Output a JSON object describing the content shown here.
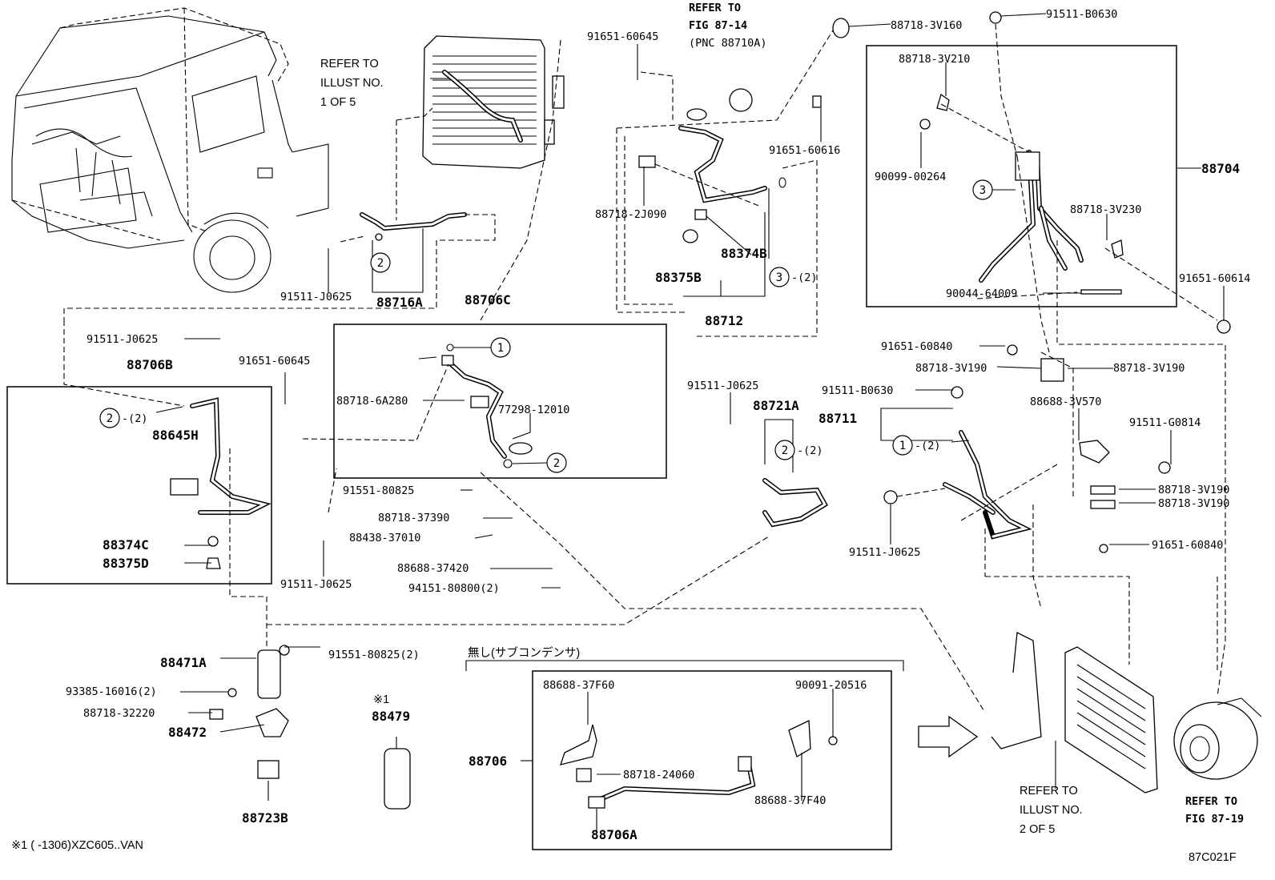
{
  "diagram": {
    "figure_code": "87C021F",
    "refer_notes": {
      "illust_1_of_5": [
        "REFER TO",
        "ILLUST NO.",
        "1 OF 5"
      ],
      "fig_87_14": [
        "REFER TO",
        "FIG 87-14",
        "(PNC 88710A)"
      ],
      "illust_2_of_5": [
        "REFER TO",
        "ILLUST NO.",
        "2 OF 5"
      ],
      "fig_87_19": [
        "REFER TO",
        "FIG 87-19"
      ]
    },
    "sub_condenser_note": "無し(サブコンデンサ)",
    "footnote": "※1 (      -1306)XZC605..VAN",
    "footnote_marker": "※1",
    "circled_refs": [
      "1",
      "2",
      "3"
    ],
    "qty_suffix": "-(2)",
    "parts": {
      "p88704": "88704",
      "p88706": "88706",
      "p88706A": "88706A",
      "p88706B": "88706B",
      "p88706C": "88706C",
      "p88711": "88711",
      "p88712": "88712",
      "p88716A": "88716A",
      "p88721A": "88721A",
      "p88374B": "88374B",
      "p88375B": "88375B",
      "p88645H": "88645H",
      "p88374C": "88374C",
      "p88375D": "88375D",
      "p88471A": "88471A",
      "p88472": "88472",
      "p88479": "88479",
      "p88723B": "88723B",
      "p91651_60645_a": "91651-60645",
      "p91651_60645_b": "91651-60645",
      "p88718_3V160": "88718-3V160",
      "p91511_B0630_a": "91511-B0630",
      "p88718_3V210": "88718-3V210",
      "p91651_60616": "91651-60616",
      "p90099_00264": "90099-00264",
      "p88718_2J090": "88718-2J090",
      "p88718_3V230": "88718-3V230",
      "p91651_60614": "91651-60614",
      "p90044_64009": "90044-64009",
      "p91511_J0625_a": "91511-J0625",
      "p91511_J0625_b": "91511-J0625",
      "p91511_J0625_c": "91511-J0625",
      "p91511_J0625_d": "91511-J0625",
      "p91511_J0625_e": "91511-J0625",
      "p88718_6A280": "88718-6A280",
      "p77298_12010": "77298-12010",
      "p91651_60840_a": "91651-60840",
      "p91651_60840_b": "91651-60840",
      "p88718_3V190_a": "88718-3V190",
      "p88718_3V190_b": "88718-3V190",
      "p88718_3V190_c": "88718-3V190",
      "p88718_3V190_d": "88718-3V190",
      "p91511_B0630_b": "91511-B0630",
      "p88688_3V570": "88688-3V570",
      "p91511_G0814": "91511-G0814",
      "p91551_80825": "91551-80825",
      "p91551_80825_2": "91551-80825(2)",
      "p88718_37390": "88718-37390",
      "p88438_37010": "88438-37010",
      "p88688_37420": "88688-37420",
      "p94151_80800_2": "94151-80800(2)",
      "p93385_16016_2": "93385-16016(2)",
      "p88718_32220": "88718-32220",
      "p88688_37F60": "88688-37F60",
      "p90091_20516": "90091-20516",
      "p88718_24060": "88718-24060",
      "p88688_37F40": "88688-37F40"
    }
  }
}
